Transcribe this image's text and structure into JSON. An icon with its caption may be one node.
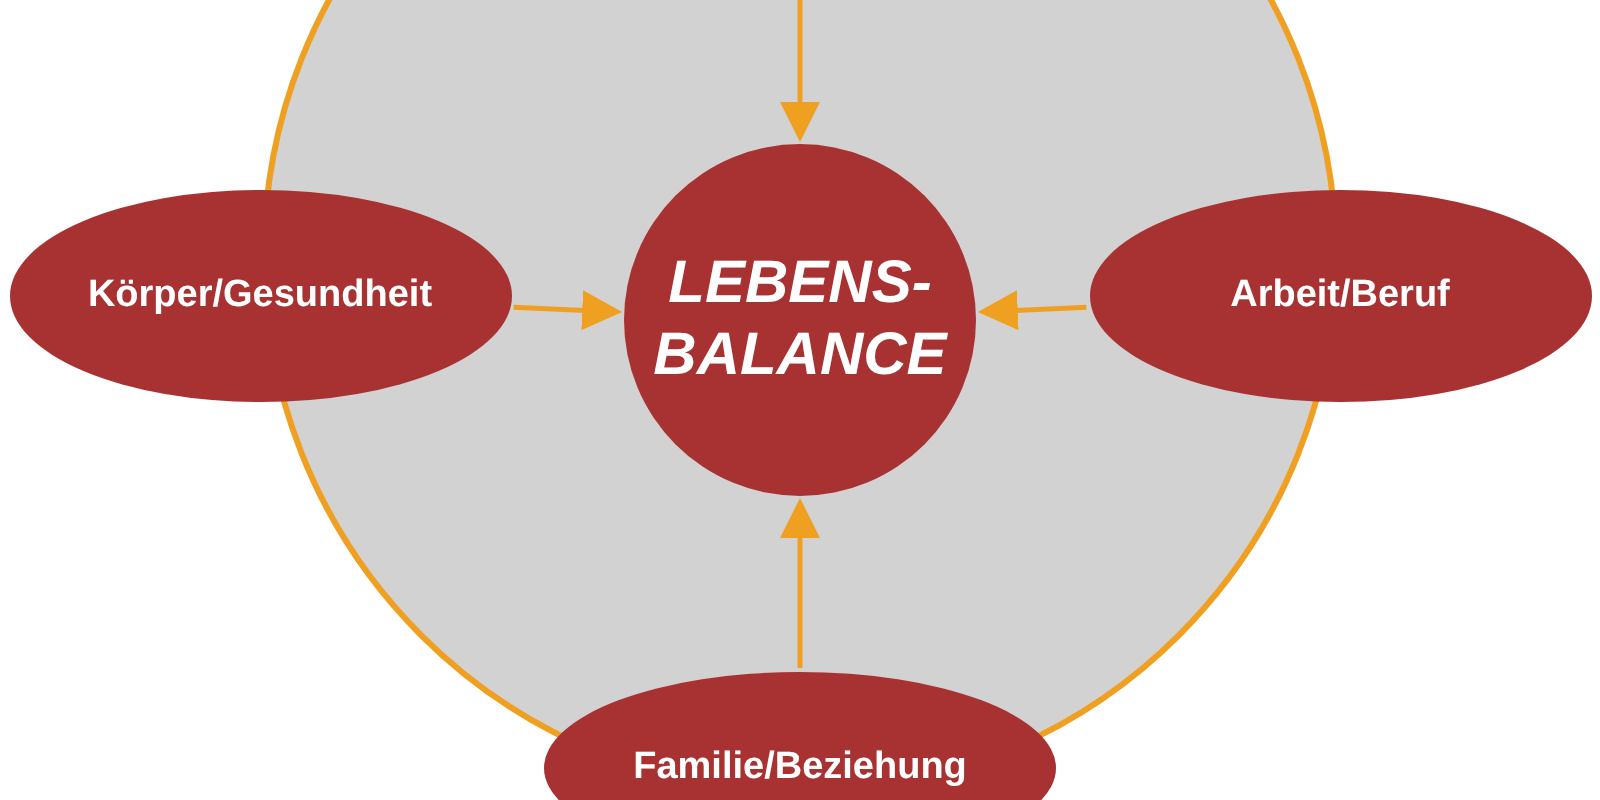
{
  "diagram": {
    "nodes": [
      {
        "text": [],
        "shape": "circle"
      },
      {
        "text": [
          "LEBENS- BALANCE"
        ],
        "in": 0
      },
      {
        "text": [
          "Körper/Gesundheit"
        ]
      },
      {
        "text": [
          "Arbeit/Beruf"
        ]
      },
      {
        "text": [
          "Familie/Beziehung"
        ]
      }
    ],
    "edges": [
      {
        "from": null,
        "to": 1,
        "arrow": "to"
      },
      {
        "from": 2,
        "to": 1,
        "arrow": "to"
      },
      {
        "from": 3,
        "to": 1,
        "arrow": "to"
      },
      {
        "from": 4,
        "to": 1,
        "arrow": "to"
      }
    ]
  }
}
